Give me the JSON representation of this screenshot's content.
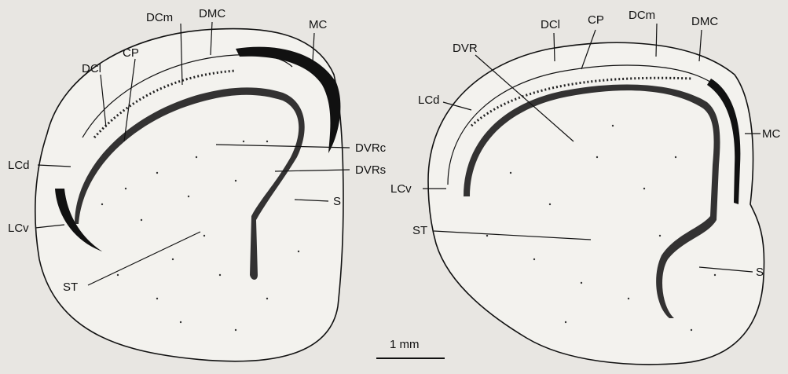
{
  "left_section": {
    "labels": {
      "dmc": "DMC",
      "dcm": "DCm",
      "mc": "MC",
      "dcl": "DCl",
      "cp": "CP",
      "lcd": "LCd",
      "lcv": "LCv",
      "dvrc": "DVRc",
      "dvrs": "DVRs",
      "s": "S",
      "st": "ST"
    }
  },
  "right_section": {
    "labels": {
      "dcl": "DCl",
      "cp": "CP",
      "dcm": "DCm",
      "dmc": "DMC",
      "dvr": "DVR",
      "lcd": "LCd",
      "mc": "MC",
      "lcv": "LCv",
      "st": "ST",
      "s": "S"
    }
  },
  "scale_bar": {
    "label": "1 mm"
  },
  "colors": {
    "background": "#e8e6e2",
    "tissue": "#f3f2ee",
    "ink": "#111111"
  }
}
